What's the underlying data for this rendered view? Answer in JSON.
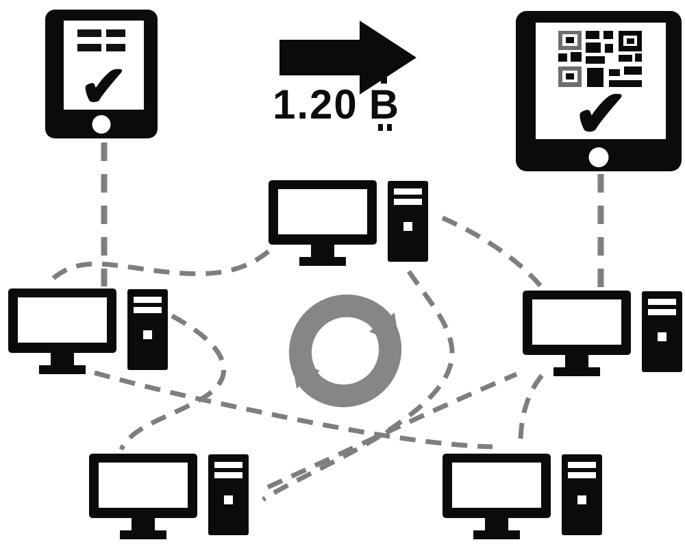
{
  "diagram": {
    "amount": "1.20",
    "currency_letter": "B",
    "currency_symbol": "₿",
    "check_glyph": "✔",
    "computer_count": 5,
    "tablet_count": 2
  },
  "colors": {
    "icon_black": "#0b0b0b",
    "link_gray": "#7e7e7e",
    "sync_gray": "#868686",
    "background": "#ffffff"
  },
  "icons": {
    "sender_device": "tablet-checklist-check-icon",
    "receiver_device": "tablet-qr-check-icon",
    "transfer": "right-arrow-icon",
    "network_node": "desktop-computer-icon",
    "center": "sync-arrows-icon",
    "links": "dashed-network-link"
  }
}
